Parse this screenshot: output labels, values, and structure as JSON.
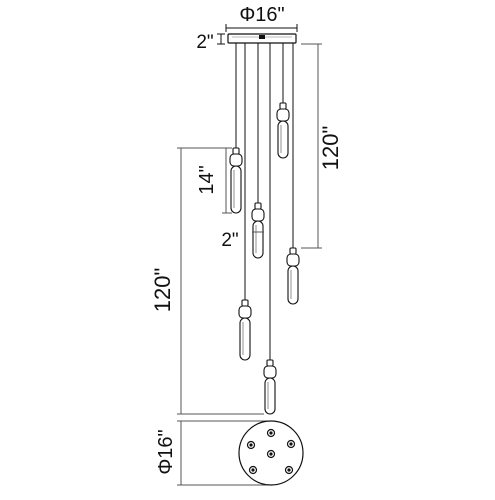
{
  "dimensions": {
    "canopy_diameter": "Φ16\"",
    "canopy_height": "2\"",
    "pendant_height": "14\"",
    "pendant_width": "2\"",
    "right_drop": "120\"",
    "left_drop": "120\"",
    "plan_diameter": "Φ16\""
  },
  "colors": {
    "line": "#111111",
    "dim_line": "#555555",
    "background": "#ffffff"
  }
}
